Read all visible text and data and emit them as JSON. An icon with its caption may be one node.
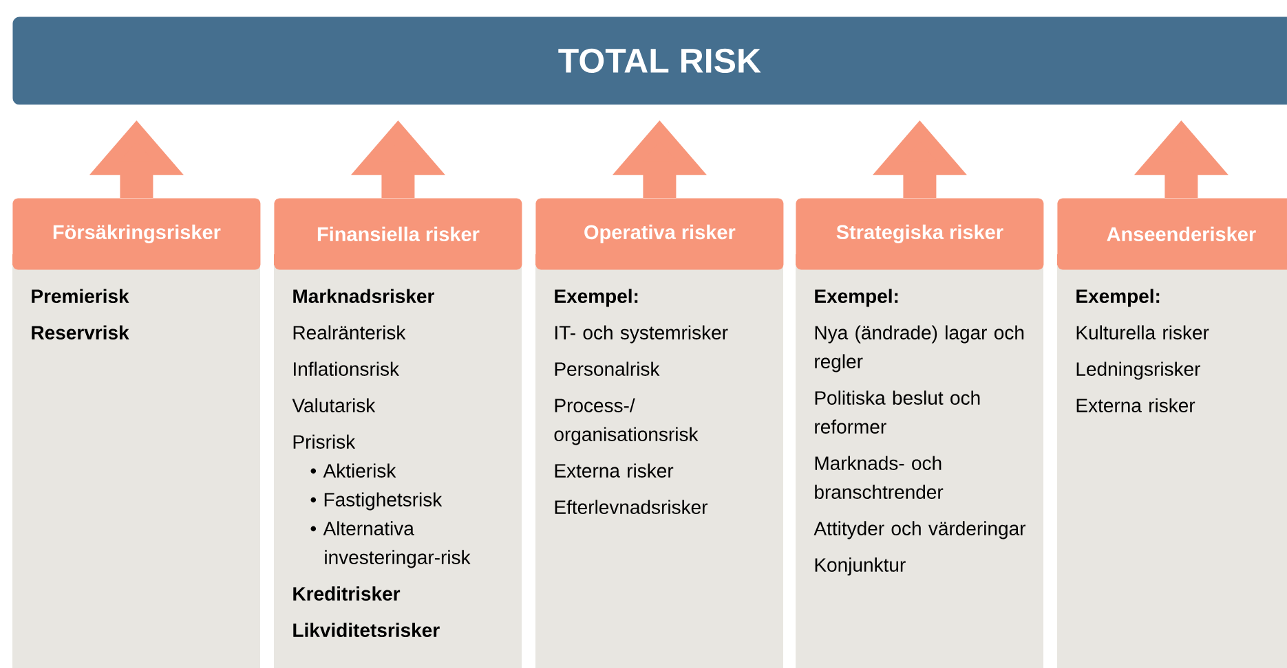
{
  "diagram": {
    "nodes": [
      {
        "text": [
          "TOTAL RISK"
        ]
      },
      {
        "text": [
          "Försäkringsrisker",
          "Premierisk",
          "Reservrisk"
        ]
      },
      {
        "text": [
          "Finansiella risker",
          "Marknadsrisker",
          "Realränterisk",
          "Inflationsrisk",
          "Valutarisk",
          "Prisrisk",
          "• Aktierisk",
          "• Fastighetsrisk",
          "• Alternativa investeringar-risk",
          "Kreditrisker",
          "Likviditetsrisker"
        ]
      },
      {
        "text": [
          "Operativa risker",
          "Exempel:",
          "IT- och systemrisker",
          "Personalrisk",
          "Process-/ organisationsrisk",
          "Externa risker",
          "Efterlevnadsrisker"
        ]
      },
      {
        "text": [
          "Strategiska risker",
          "Exempel:",
          "Nya (ändrade) lagar och regler",
          "Politiska beslut och reformer",
          "Marknads- och branschtrender",
          "Attityder och värderingar",
          "Konjunktur"
        ]
      },
      {
        "text": [
          "Anseenderisker",
          "Exempel:",
          "Kulturella risker",
          "Ledningsrisker",
          "Externa risker"
        ]
      }
    ],
    "edges": [
      {
        "from": 1,
        "to": 0,
        "arrow": "to"
      },
      {
        "from": 2,
        "to": 0,
        "arrow": "to"
      },
      {
        "from": 3,
        "to": 0,
        "arrow": "to"
      },
      {
        "from": 4,
        "to": 0,
        "arrow": "to"
      },
      {
        "from": 5,
        "to": 0,
        "arrow": "to"
      }
    ]
  }
}
